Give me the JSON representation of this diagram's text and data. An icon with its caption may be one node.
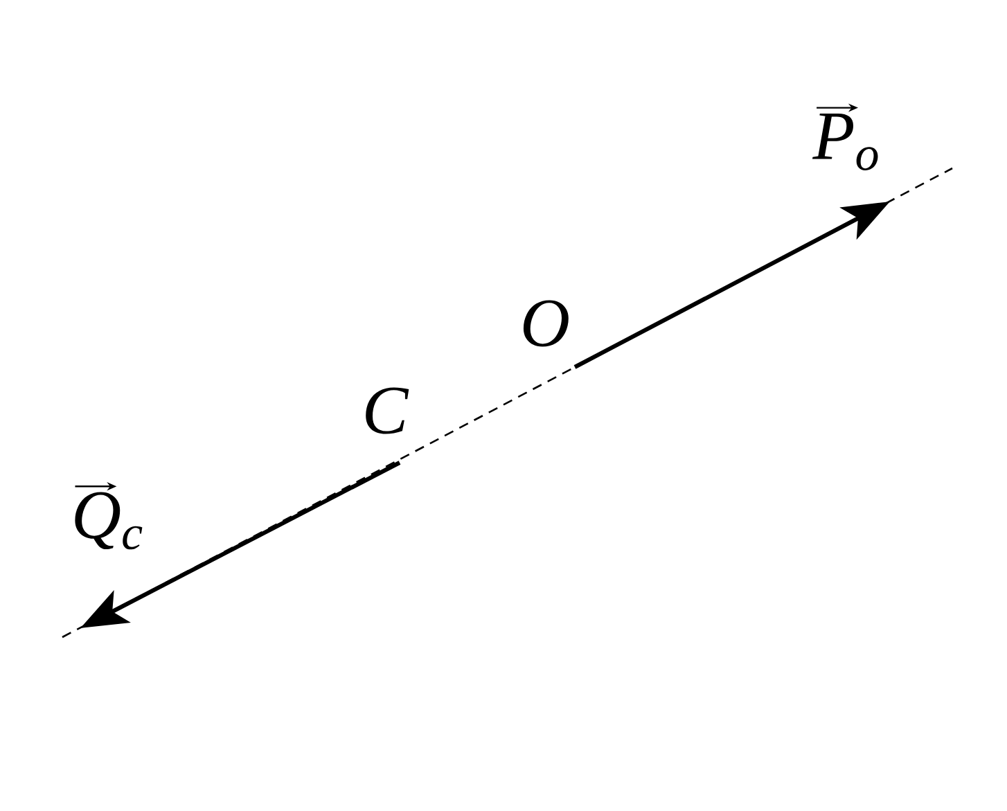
{
  "diagram": {
    "labels": [
      "P$_{o}$",
      "O",
      "C",
      "Q$_{c}$"
    ]
  }
}
